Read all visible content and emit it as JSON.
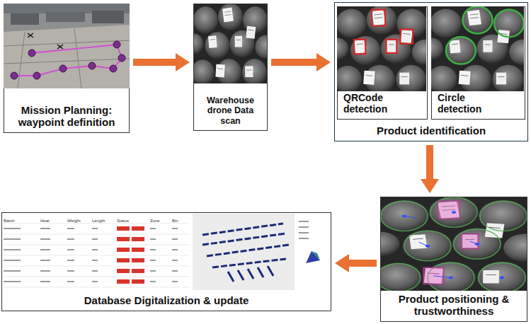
{
  "diagram": {
    "nodes": [
      {
        "text": [
          "Mission Planning: waypoint definition"
        ]
      },
      {
        "text": [
          "Warehouse drone Data scan"
        ]
      },
      {
        "text": [
          "Product identification"
        ]
      },
      {
        "text": [
          "QRCode detection"
        ],
        "in": 2
      },
      {
        "text": [
          "Circle detection"
        ],
        "in": 2
      },
      {
        "text": [
          "Product positioning & trustworthiness"
        ]
      },
      {
        "text": [
          "Database Digitalization & update"
        ]
      }
    ],
    "edges": [
      {
        "from": 0,
        "to": 1,
        "arrow": "to"
      },
      {
        "from": 1,
        "to": 2,
        "arrow": "to"
      },
      {
        "from": 2,
        "to": 5,
        "arrow": "to"
      },
      {
        "from": 5,
        "to": 6,
        "arrow": "to"
      }
    ],
    "labels": [
      "Batch",
      "Heat",
      "Weight",
      "Length",
      "Status",
      "Zone",
      "Bin"
    ]
  }
}
